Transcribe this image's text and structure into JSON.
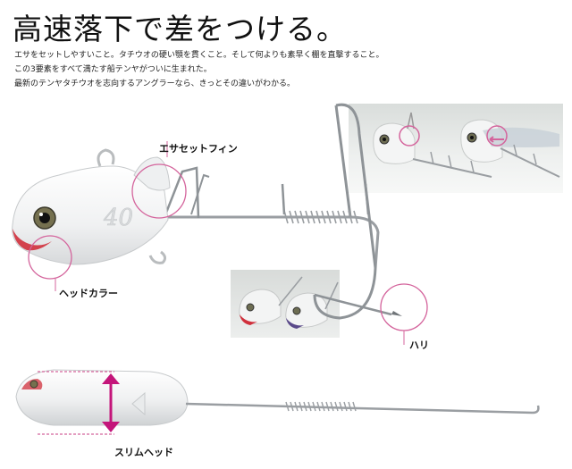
{
  "headline": "高速落下で差をつける。",
  "intro_lines": [
    "エサをセットしやすいこと。タチウオの硬い顎を貫くこと。そして何よりも素早く棚を直撃すること。",
    "この3要素をすべて満たす船テンヤがついに生まれた。",
    "最新のテンヤタチウオを志向するアングラーなら、きっとその違いがわかる。"
  ],
  "labels": {
    "esa_set_fin": "エサセットフィン",
    "head_color": "ヘッドカラー",
    "hari": "ハリ",
    "slim_head": "スリムヘッド"
  },
  "head_marking": "40",
  "colors": {
    "callout_circle": "#d4649c",
    "dimension_arrow": "#c4157a",
    "head_white": "#f2f3f4",
    "hook_steel": "#9a9ea2",
    "head_red": "#d0303c",
    "head_purple": "#5a4a8a"
  }
}
